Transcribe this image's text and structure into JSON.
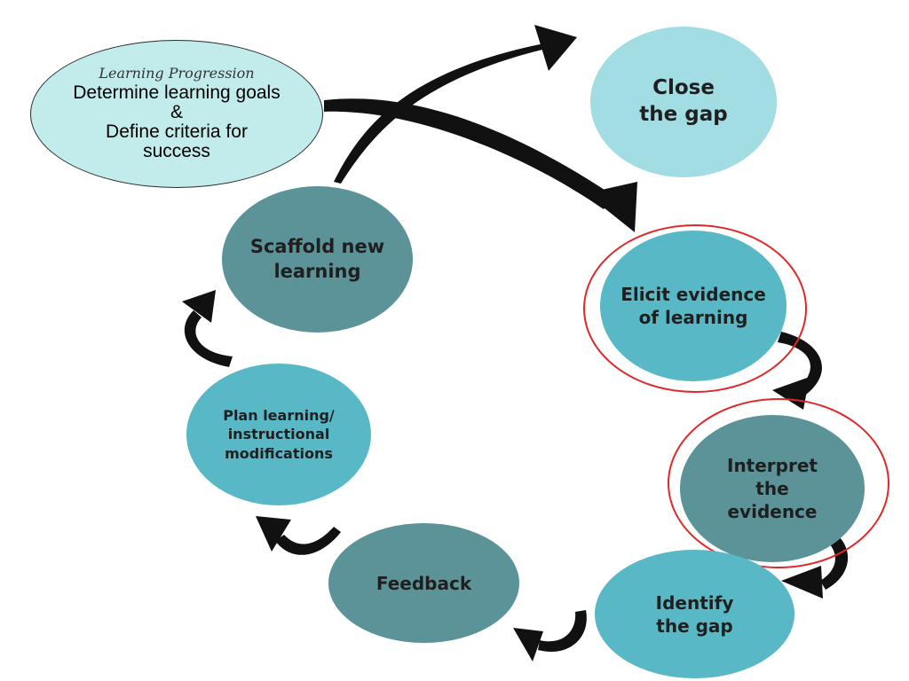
{
  "diagram": {
    "start_node": {
      "title": "Learning Progression",
      "lines": [
        "Determine learning goals",
        "&",
        "Define criteria for",
        "success"
      ]
    },
    "cycle_nodes": {
      "close": [
        "Close",
        "the gap"
      ],
      "scaffold": [
        "Scaffold new",
        "learning"
      ],
      "elicit": [
        "Elicit evidence",
        "of learning"
      ],
      "plan": [
        "Plan learning/",
        "instructional",
        "modifications"
      ],
      "interpret": [
        "Interpret",
        "the",
        "evidence"
      ],
      "feedback": [
        "Feedback"
      ],
      "identify": [
        "Identify",
        "the gap"
      ]
    },
    "highlighted": [
      "elicit",
      "interpret"
    ],
    "colors": {
      "dark_node": "#5b9398",
      "mid_node": "#58b8c6",
      "light_node": "#a3dde4",
      "start_node": "#c2ecec",
      "highlight_ring": "#e0282a",
      "arrow": "#111111"
    }
  }
}
